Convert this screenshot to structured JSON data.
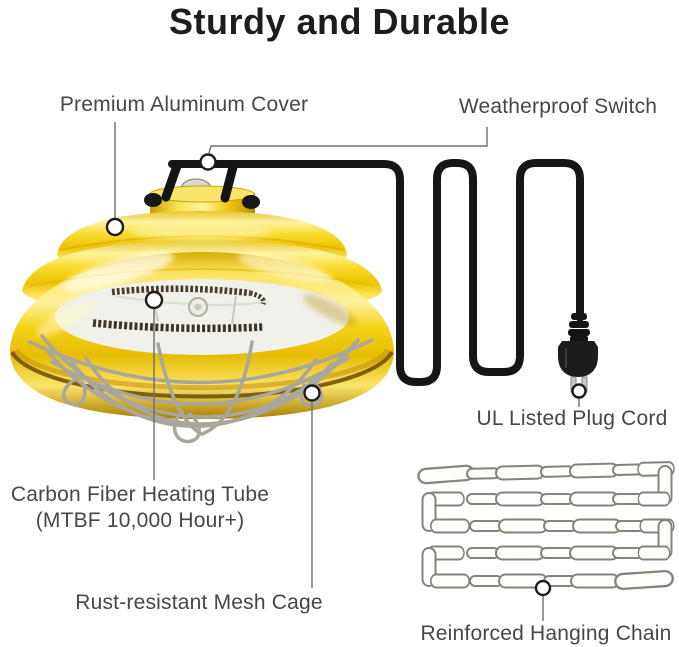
{
  "title": "Sturdy and Durable",
  "labels": {
    "premium": "Premium Aluminum Cover",
    "switch": "Weatherproof Switch",
    "plug": "UL Listed Plug Cord",
    "carbon1": "Carbon Fiber Heating Tube",
    "carbon2": "(MTBF 10,000 Hour+)",
    "mesh": "Rust-resistant Mesh Cage",
    "chain": "Reinforced Hanging Chain"
  },
  "colors": {
    "lamp_gold": "#f0cb0e",
    "cord_black": "#161616",
    "cage_gray": "#a9a79b",
    "chain_outline": "#84847b",
    "reflector_white": "#f0f1ea",
    "title_text": "#1d1d1d",
    "label_text": "#474747"
  }
}
